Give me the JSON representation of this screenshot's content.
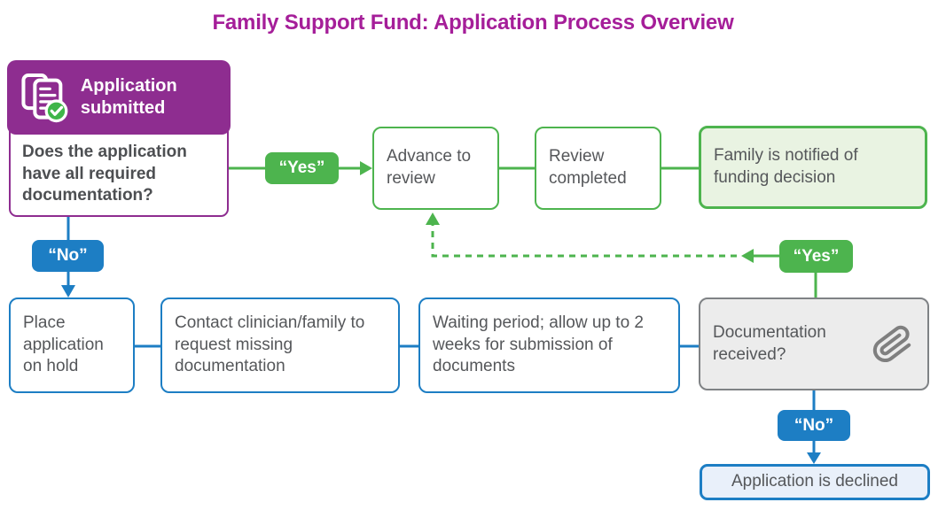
{
  "title": "Family Support Fund: Application Process Overview",
  "colors": {
    "title_magenta": "#a51e99",
    "purple": "#8e2d90",
    "green": "#4db44e",
    "green_light_fill": "#e9f3e2",
    "blue": "#1d7ec4",
    "blue_light_fill": "#e9f0fa",
    "gray_fill": "#ececec",
    "gray_border": "#7f8285",
    "body_text": "#55575a"
  },
  "icons": {
    "header_icon": "documents-with-check",
    "doc_received_icon": "paperclip"
  },
  "nodes": {
    "application_submitted": "Application submitted",
    "question": "Does the application have all required documentation?",
    "advance_to_review": "Advance to review",
    "review_completed": "Review completed",
    "family_notified": "Family is notified of funding decision",
    "place_on_hold": "Place application on hold",
    "contact_clinician": "Contact clinician/family to request missing documentation",
    "waiting_period": "Waiting period; allow up to 2 weeks for submission of documents",
    "documentation_received": "Documentation received?",
    "application_declined": "Application is declined"
  },
  "badges": {
    "yes_top": "“Yes”",
    "no_left": "“No”",
    "yes_right": "“Yes”",
    "no_bottom": "“No”"
  }
}
